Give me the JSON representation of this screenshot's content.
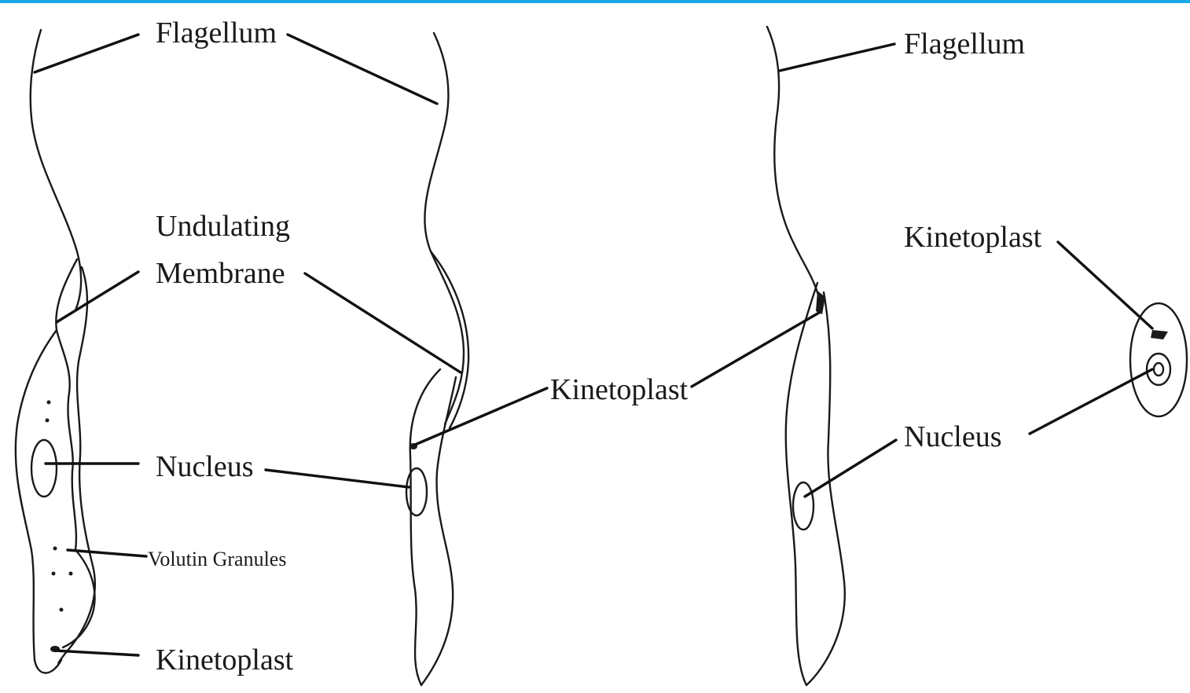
{
  "labels": {
    "flagellum_left": "Flagellum",
    "undulating_line1": "Undulating",
    "undulating_line2": "Membrane",
    "nucleus_left": "Nucleus",
    "volutin": "Volutin Granules",
    "kinetoplast_left": "Kinetoplast",
    "kinetoplast_mid": "Kinetoplast",
    "flagellum_right": "Flagellum",
    "kinetoplast_right": "Kinetoplast",
    "nucleus_right": "Nucleus"
  },
  "colors": {
    "accent_bar": "#1aa9e8",
    "ink": "#1a1a1a",
    "background": "#ffffff"
  }
}
